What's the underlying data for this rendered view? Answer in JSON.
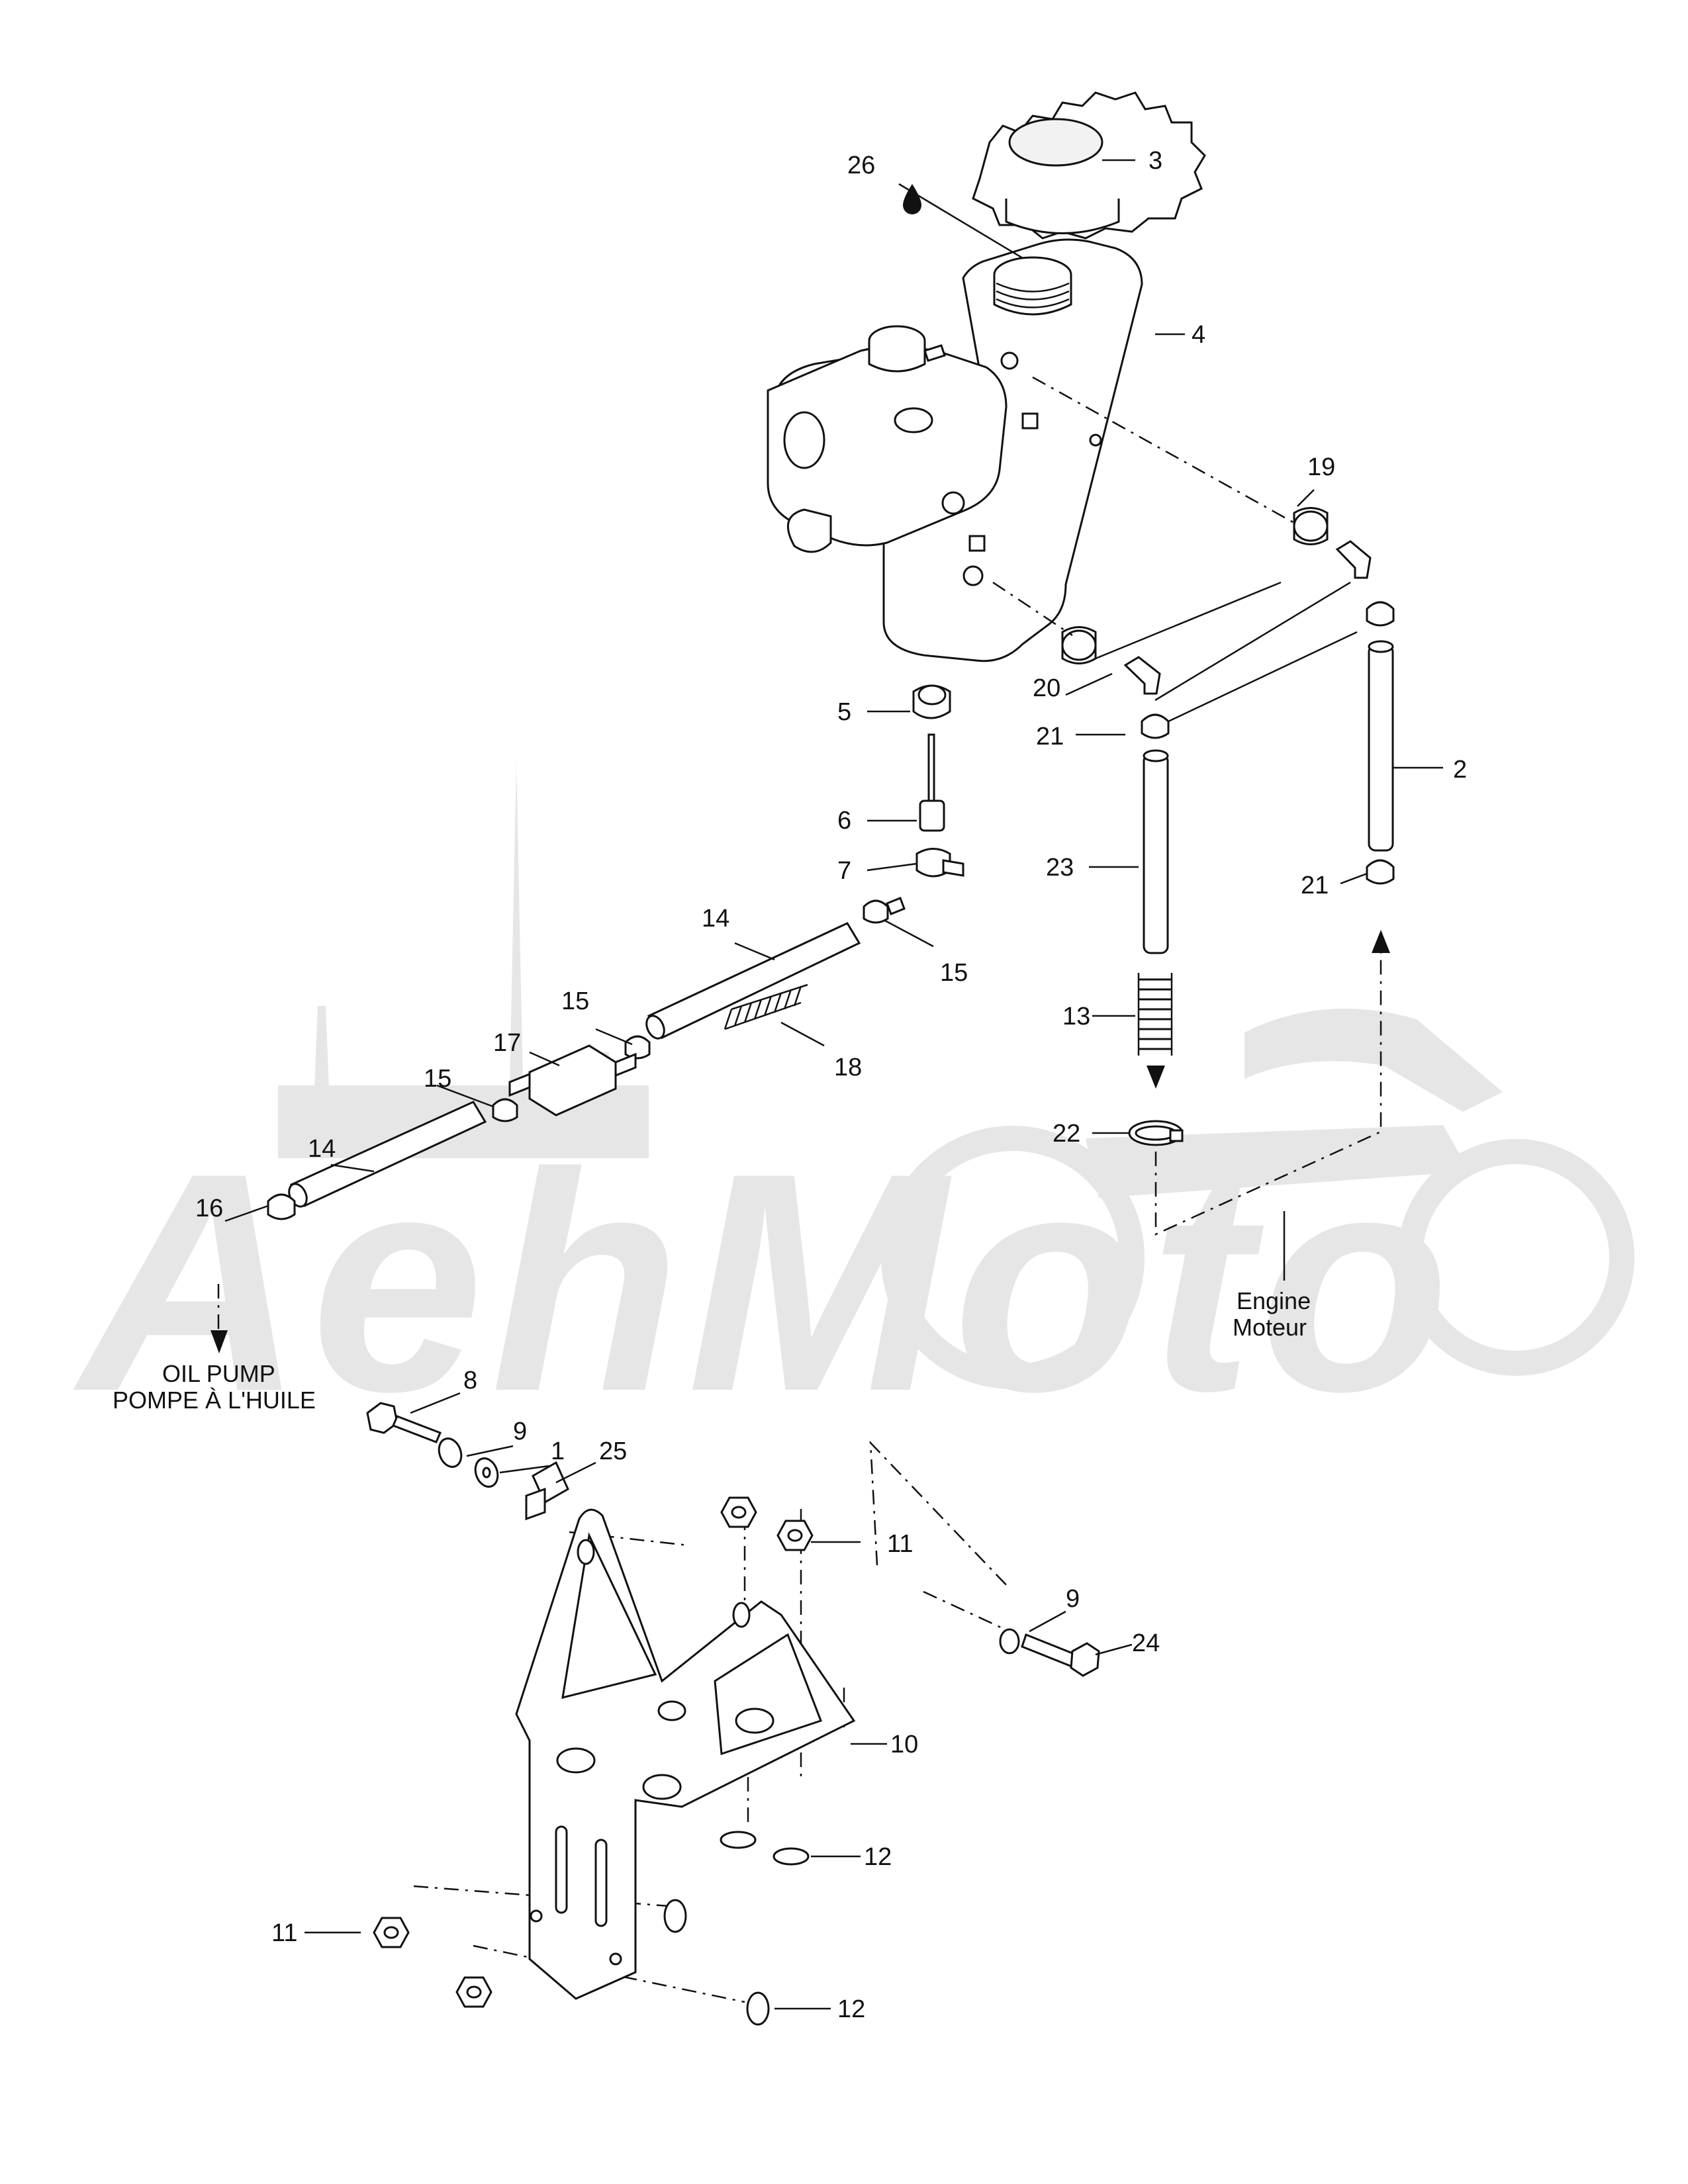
{
  "parts": [
    {
      "id": "p1",
      "label": "1"
    },
    {
      "id": "p2",
      "label": "2"
    },
    {
      "id": "p3",
      "label": "3"
    },
    {
      "id": "p4",
      "label": "4"
    },
    {
      "id": "p5",
      "label": "5"
    },
    {
      "id": "p6",
      "label": "6"
    },
    {
      "id": "p7",
      "label": "7"
    },
    {
      "id": "p8",
      "label": "8"
    },
    {
      "id": "p9a",
      "label": "9"
    },
    {
      "id": "p9b",
      "label": "9"
    },
    {
      "id": "p10",
      "label": "10"
    },
    {
      "id": "p11a",
      "label": "11"
    },
    {
      "id": "p11b",
      "label": "11"
    },
    {
      "id": "p12a",
      "label": "12"
    },
    {
      "id": "p12b",
      "label": "12"
    },
    {
      "id": "p13",
      "label": "13"
    },
    {
      "id": "p14a",
      "label": "14"
    },
    {
      "id": "p14b",
      "label": "14"
    },
    {
      "id": "p15a",
      "label": "15"
    },
    {
      "id": "p15b",
      "label": "15"
    },
    {
      "id": "p15c",
      "label": "15"
    },
    {
      "id": "p16",
      "label": "16"
    },
    {
      "id": "p17",
      "label": "17"
    },
    {
      "id": "p18",
      "label": "18"
    },
    {
      "id": "p19",
      "label": "19"
    },
    {
      "id": "p20",
      "label": "20"
    },
    {
      "id": "p21a",
      "label": "21"
    },
    {
      "id": "p21b",
      "label": "21"
    },
    {
      "id": "p22",
      "label": "22"
    },
    {
      "id": "p23",
      "label": "23"
    },
    {
      "id": "p24",
      "label": "24"
    },
    {
      "id": "p25",
      "label": "25"
    },
    {
      "id": "p26",
      "label": "26"
    }
  ],
  "notes": {
    "engine_line1": "Engine",
    "engine_line2": "Moteur",
    "oil_pump_line1": "OIL PUMP",
    "oil_pump_line2": "POMPE À L'HUILE"
  },
  "watermark": {
    "text": "AehMoto",
    "color": "#e6e6e6"
  }
}
